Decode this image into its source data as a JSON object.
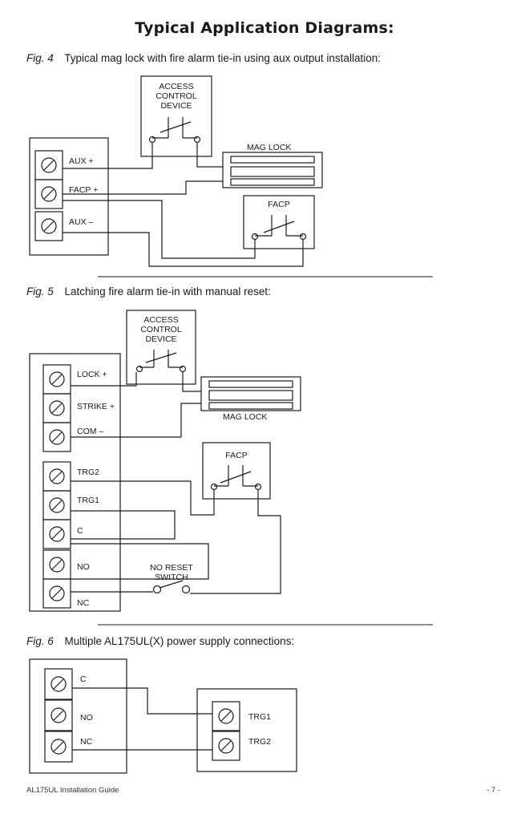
{
  "page": {
    "title": "Typical Application Diagrams:",
    "footer_left": "AL175UL Installation Guide",
    "footer_right": "- 7 -"
  },
  "fig4": {
    "num": "Fig. 4",
    "caption": "Typical mag lock with fire alarm tie-in using aux output installation:",
    "access_control": [
      "ACCESS",
      "CONTROL",
      "DEVICE"
    ],
    "mag_lock": "MAG LOCK",
    "facp": "FACP",
    "terminals": [
      "AUX +",
      "FACP +",
      "AUX –"
    ]
  },
  "fig5": {
    "num": "Fig. 5",
    "caption": "Latching fire alarm tie-in with manual reset:",
    "access_control": [
      "ACCESS",
      "CONTROL",
      "DEVICE"
    ],
    "mag_lock": "MAG LOCK",
    "facp": "FACP",
    "terminals": [
      "LOCK +",
      "STRIKE +",
      "COM –",
      "TRG2",
      "TRG1",
      "C",
      "NO",
      "NC"
    ],
    "reset_switch": [
      "NO RESET",
      "SWITCH"
    ]
  },
  "fig6": {
    "num": "Fig. 6",
    "caption": "Multiple AL175UL(X) power supply connections:",
    "left_terminals": [
      "C",
      "NO",
      "NC"
    ],
    "right_terminals": [
      "TRG1",
      "TRG2"
    ]
  },
  "icons": {
    "terminal": "terminal-screw-icon",
    "contact": "relay-contact-icon",
    "switch": "switch-icon"
  }
}
